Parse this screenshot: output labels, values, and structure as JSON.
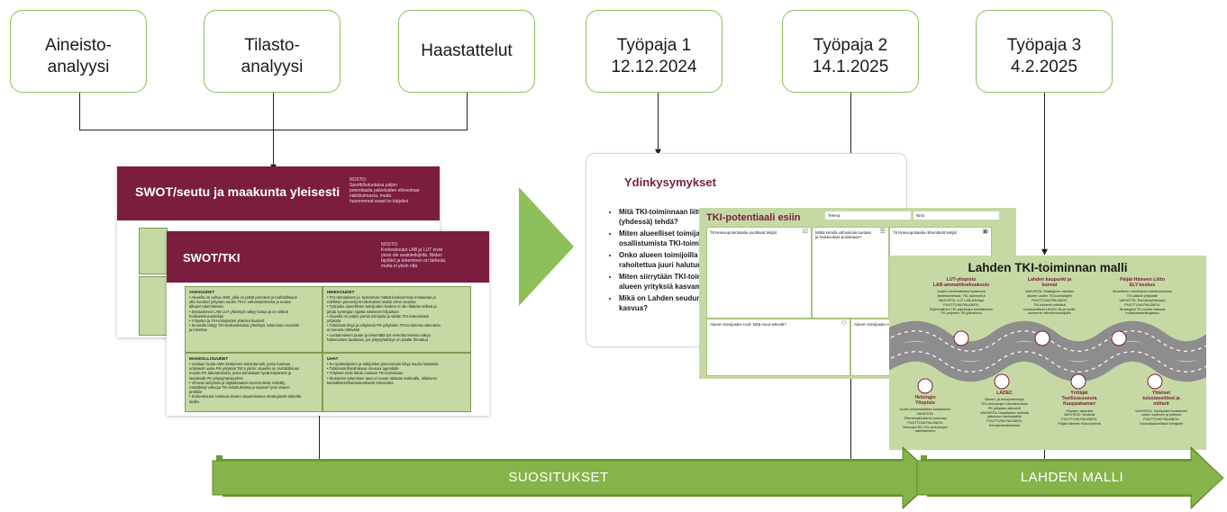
{
  "inputs": [
    {
      "label": "Aineisto-\nanalyysi"
    },
    {
      "label": "Tilasto-\nanalyysi"
    },
    {
      "label": "Haastattelut"
    }
  ],
  "workshops": [
    {
      "label": "Työpaja 1\n12.12.2024"
    },
    {
      "label": "Työpaja 2\n14.1.2025"
    },
    {
      "label": "Työpaja 3\n4.2.2025"
    }
  ],
  "swot_seutu": {
    "title": "SWOT/seutu ja maakunta yleisesti",
    "note": "NOSTO:\nSportti/kuluntaisa paljon\npotentiaalia palveluiden elinvoiman\nnäkökulmasta, mutta\nhuonommat avaat kv-kärjeksi"
  },
  "swot_tki": {
    "title": "SWOT/TKI",
    "note": "NOSTO:\nKorkeakoulut LAB ja LUT eivät\nyksin ole avainteikijöitä. Niiden\ntäytäkö ja tekeminen on tärkeää,\nmutta ei yksin riitä",
    "quadrants": [
      {
        "heading": "VAHVUUDET",
        "body": "• Alueella on vahva AMK, jolla on pitkät perinteet ja mahdollisuus\n  olla moottori yritysten uuden TKI:n vahvistamisessa ja uusien\n  alkujen tukemisessa\n• Dynaaminen LAB-LUT yhteistyö näkyy kasua ja on selkeä\n  houkuttelevuustekijä\n• Yritysten ja TKI-toimijoiden yhteiset klusterit\n• Seudulla näkyy TKI-keskustelussa yhteistyö, tekeminen meininki\n  ja innostus"
      },
      {
        "heading": "HEIKKOUDET",
        "body": "• TKI-rahoituksen ja -työvoiman määrä keskiverrosa metalampi ja\n  edellisen pienentyvä rahoitukset osalta viime vuosina\n• Työnjako alueellisten toimijoiden kesken ei ole riittävän selkeä ja\n  johda synergian sijasta sisäiseen kilpailuun\n• Alueella on paljon pieniä toimijoita ja vähän TKI-intensiivisiä\n  yrityksiä\n• Tutkimusinfroja ja erityisesti PK-yrityksien TKI:ta tukevia rakenteita\n  ei tunneta riittävästi\n• Luottamuksen puute ja tekemättä työ verkottumisessa näkyy\n  hakemusten laadussa, jos yritysyhteistyö on päätte firmattua"
      },
      {
        "heading": "MAHDOLLISUUDET",
        "body": "• Voidaan luoda AMK-keskeinen toimintamalli, jossa haetaan\n  erityisesti uusia PK-yrityksiä TKI:n piiriin: alueella on mahdollisuus\n  nousta PK-laboratorioksi, jossa kehitetään hyvät käytännöt ja\n  standardit PK-yritysyhteistyöhön\n• Vihreän siirtymän ja digitalisaation teemat tästä, leikrälly,\n  robotiikka) vahvoja TKI-rahoituksissa ja sopivat hyvin alueen\n  profiiliin\n• Korkeakoulut nostavat alueen osaamistasoa strategisesti tärkeillä\n  aloilla"
      },
      {
        "heading": "UHAT",
        "body": "• Kv-opiskelijoiden ja tutkijoiden pitovoimaan liittyy suuria haasteita\n• Tutkimusinfrarahtisuus nousuui agendalle\n• Yritykset eivät lähde mukaan TKI-toimintaan\n• Klusterien tekemisen tasoi ei nouse riittävän korkealle, ollakseen\n  kansallisesti/kansainvälisesti relevanttia"
      }
    ]
  },
  "ydinkysymykset": {
    "title": "Ydinkysymykset",
    "items": [
      "Mitä TKI-toiminnaan liitty\n(yhdessä) tehdä?",
      "Miten alueelliset toimijat\nosallistumista TKI-toimint",
      "Onko alueen toimijoilla k\nrahoitettua juuri halutun",
      "Miten siirrytään TKI-toimi\nalueen yrityksiä kasvama",
      "Mikä on Lahden seudun h\nkasvua?"
    ]
  },
  "tki_potentiaali": {
    "title": "TKI-potentiaali esiin",
    "field_teema": "Teema",
    "field_nimi": "Nimi",
    "cells": [
      "TKI-kasvupotentiaalia puoltavat tekijät",
      "Mitkä toimila vahvuksiia tuetaan\nja heikkouksia poistetaan?",
      "TKI-kasvupotiaalia rähentävät tekijät",
      "Alueen toimijoiden rooli: Mitä muut tekevät?",
      "Alueen toimijoiden ro..."
    ]
  },
  "lahden_malli": {
    "title": "Lahden TKI-toiminnan malli",
    "actors_top": [
      {
        "name": "LUT-yliopisto\nLAB-ammattikorkeakoulu",
        "desc": "Uuden toimintaleiden tuotannon\nlisedekenteissä, TKI-rakennetut\nVAHVISTA: LUT-LAB yhteisyö\nPUUTTUVA PALANEN:\nOhjelmallinen TKI-palvelujen kehittäminen\nPK-yritysten TKI-palveluna"
      },
      {
        "name": "Lahden kaupunki ja\nkunnat",
        "desc": "VAHVISTA: Strateginen rahoitus\nalueen uuden TKI-toimistajille\nPUUTTUVA PALANEN:\nTKI-toiminta edistävä\ntulostavoitteet LAGEC:lle ja muille\nkonsernin elinvoimaoimijoille"
      },
      {
        "name": "Päijät-Hämeen Liitto\nELY-keskus",
        "desc": "Alueellisen rahoituksen kohdentuminen\nTKI-kärkiin yrityksille\nVAHVISTA: Rahoitusyhteystyö\nPUUTTUVA PALANEN:\nStrategiset TKI-nostot valinnat\nmaakuntastrategiassa"
      }
    ],
    "actors_bottom": [
      {
        "name": "Helsingin\nYliopisto",
        "desc": "Uuden toiminnallisten kantaminen\nVAHVISTA:\nElinvoimakluisterin tukemaa\nPUUTTUVA PALANEN:\nVahvojen EU-TKI-verkostojen\nrakentaminen"
      },
      {
        "name": "LADEC",
        "desc": "Kliuteri- ja ekosysteemityö\nTKI-verkostojen vahvistaminen\nPK-yritysten aktivointi\nVAHVISTA: Ussyitysten toiminta\njatkuvuus kanssajatille\nPUUTTUVA PALANEN:\nKöhdyteämätoiminta"
      },
      {
        "name": "Yrittäjät\nTeollisuusseura\nKauppakamari",
        "desc": "Yritysten aktivointi\nVAHVISTA: Viestintä\nPUUTTUVA PALANEN:\nPäijät-Hämeen Kasvuryhmä"
      },
      {
        "name": "Yhteiset\ntulostavoitteet ja\nmittarit",
        "desc": "VAHVISTA: Toimijoiden tuottamien\nuuden tuplenen ja yhteiset\nPUUTTUVA PALANEN:\nTulosohjausmittarit toimijoille"
      }
    ]
  },
  "outputs": [
    {
      "label": "SUOSITUKSET"
    },
    {
      "label": "LAHDEN MALLI"
    }
  ],
  "colors": {
    "accent_green": "#8dbf5a",
    "arrow_green": "#7faa3f",
    "slide_green": "#c6d9a4",
    "maroon": "#7a1d3f"
  }
}
